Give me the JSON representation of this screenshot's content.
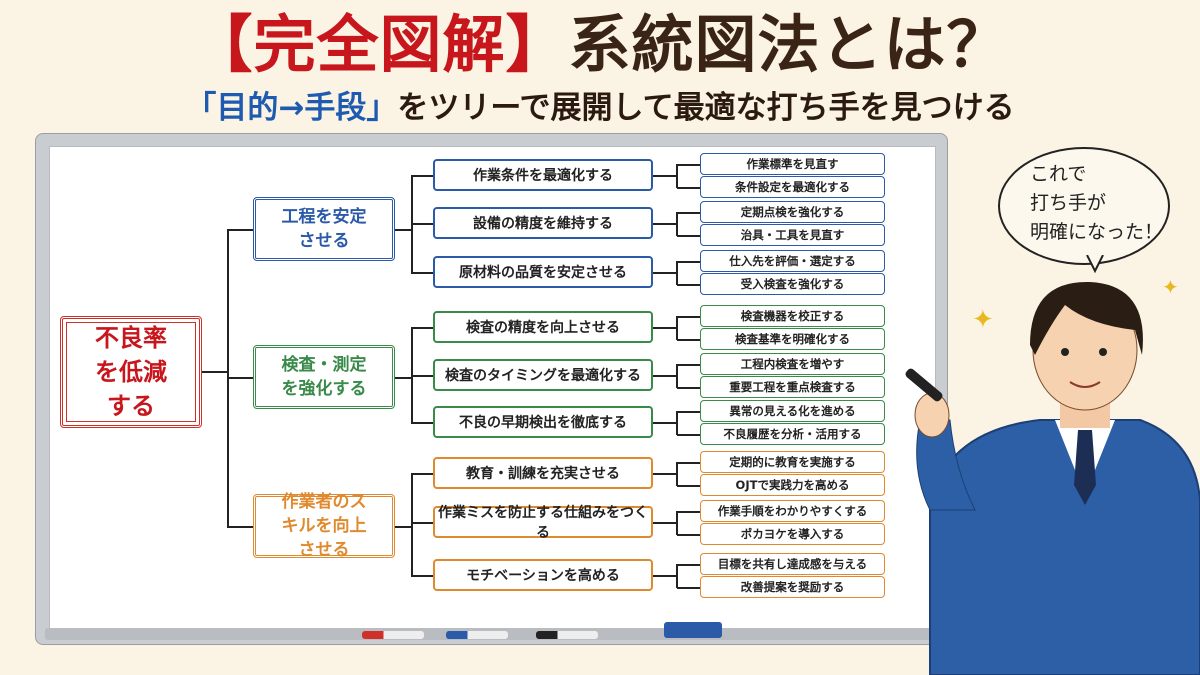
{
  "header": {
    "title_bracketed": "【完全図解】",
    "title_rest": "系統図法とは？",
    "subtitle_highlight": "「目的→手段」",
    "subtitle_rest": "をツリーで展開して最適な打ち手を見つける"
  },
  "speech_bubble": {
    "lines": [
      "これで",
      "打ち手が",
      "明確になった！"
    ]
  },
  "colors": {
    "root": "#d0302a",
    "branch_1": "#2a5aa8",
    "branch_2": "#3a8a4a",
    "branch_3": "#e08a30"
  },
  "tree": {
    "root": "不良率を低減する",
    "branches": [
      {
        "label": "工程を安定させる",
        "children": [
          {
            "label": "作業条件を最適化する",
            "leaves": [
              "作業標準を見直す",
              "条件設定を最適化する"
            ]
          },
          {
            "label": "設備の精度を維持する",
            "leaves": [
              "定期点検を強化する",
              "治具・工具を見直す"
            ]
          },
          {
            "label": "原材料の品質を安定させる",
            "leaves": [
              "仕入先を評価・選定する",
              "受入検査を強化する"
            ]
          }
        ]
      },
      {
        "label": "検査・測定を強化する",
        "children": [
          {
            "label": "検査の精度を向上させる",
            "leaves": [
              "検査機器を校正する",
              "検査基準を明確化する"
            ]
          },
          {
            "label": "検査のタイミングを最適化する",
            "leaves": [
              "工程内検査を増やす",
              "重要工程を重点検査する"
            ]
          },
          {
            "label": "不良の早期検出を徹底する",
            "leaves": [
              "異常の見える化を進める",
              "不良履歴を分析・活用する"
            ]
          }
        ]
      },
      {
        "label": "作業者のスキルを向上させる",
        "children": [
          {
            "label": "教育・訓練を充実させる",
            "leaves": [
              "定期的に教育を実施する",
              "OJTで実践力を高める"
            ]
          },
          {
            "label": "作業ミスを防止する仕組みをつくる",
            "leaves": [
              "作業手順をわかりやすくする",
              "ポカヨケを導入する"
            ]
          },
          {
            "label": "モチベーションを高める",
            "leaves": [
              "目標を共有し達成感を与える",
              "改善提案を奨励する"
            ]
          }
        ]
      }
    ]
  }
}
